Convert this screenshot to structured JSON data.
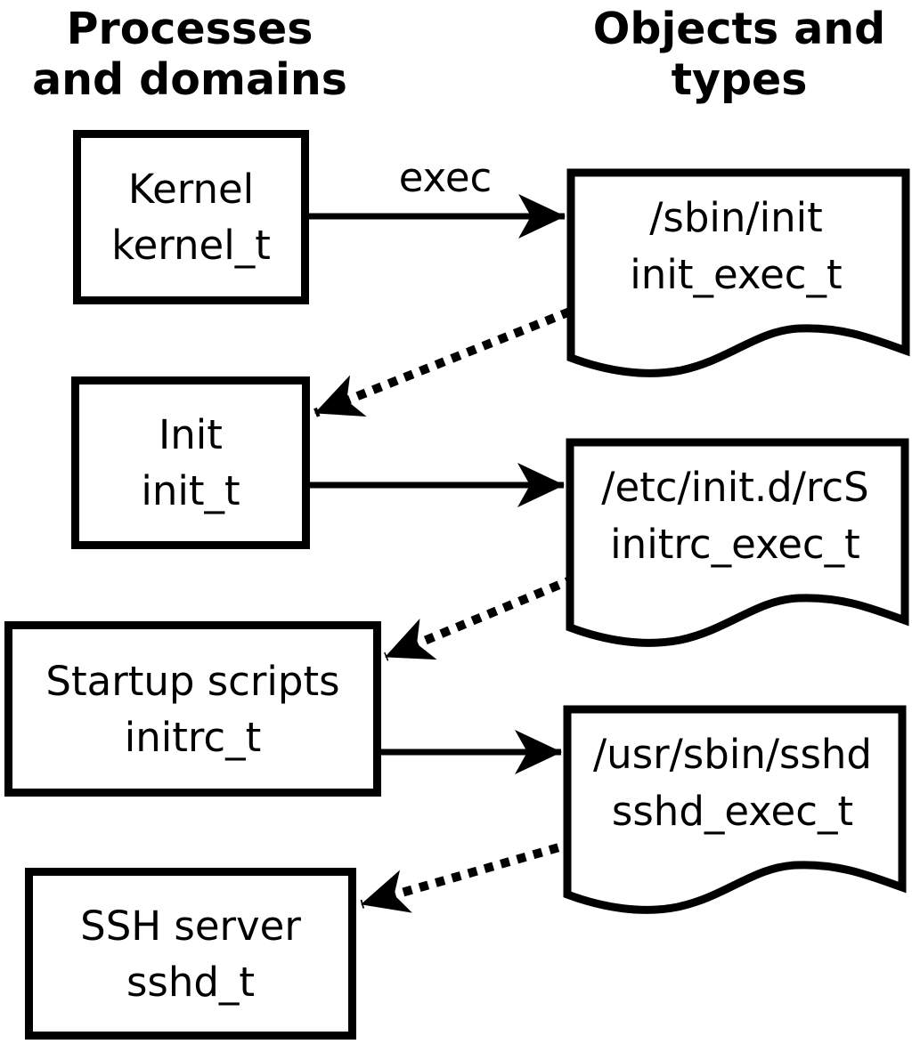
{
  "diagram": {
    "title_left": {
      "line1": "Processes",
      "line2": "and domains"
    },
    "title_right": {
      "line1": "Objects and",
      "line2": "types"
    },
    "edge_label_exec": "exec",
    "processes": [
      {
        "label": "Kernel",
        "domain": "kernel_t"
      },
      {
        "label": "Init",
        "domain": "init_t"
      },
      {
        "label": "Startup scripts",
        "domain": "initrc_t"
      },
      {
        "label": "SSH server",
        "domain": "sshd_t"
      }
    ],
    "objects": [
      {
        "path": "/sbin/init",
        "type": "init_exec_t"
      },
      {
        "path": "/etc/init.d/rcS",
        "type": "initrc_exec_t"
      },
      {
        "path": "/usr/sbin/sshd",
        "type": "sshd_exec_t"
      }
    ],
    "colors": {
      "foreground": "#000000",
      "background": "#ffffff"
    }
  }
}
